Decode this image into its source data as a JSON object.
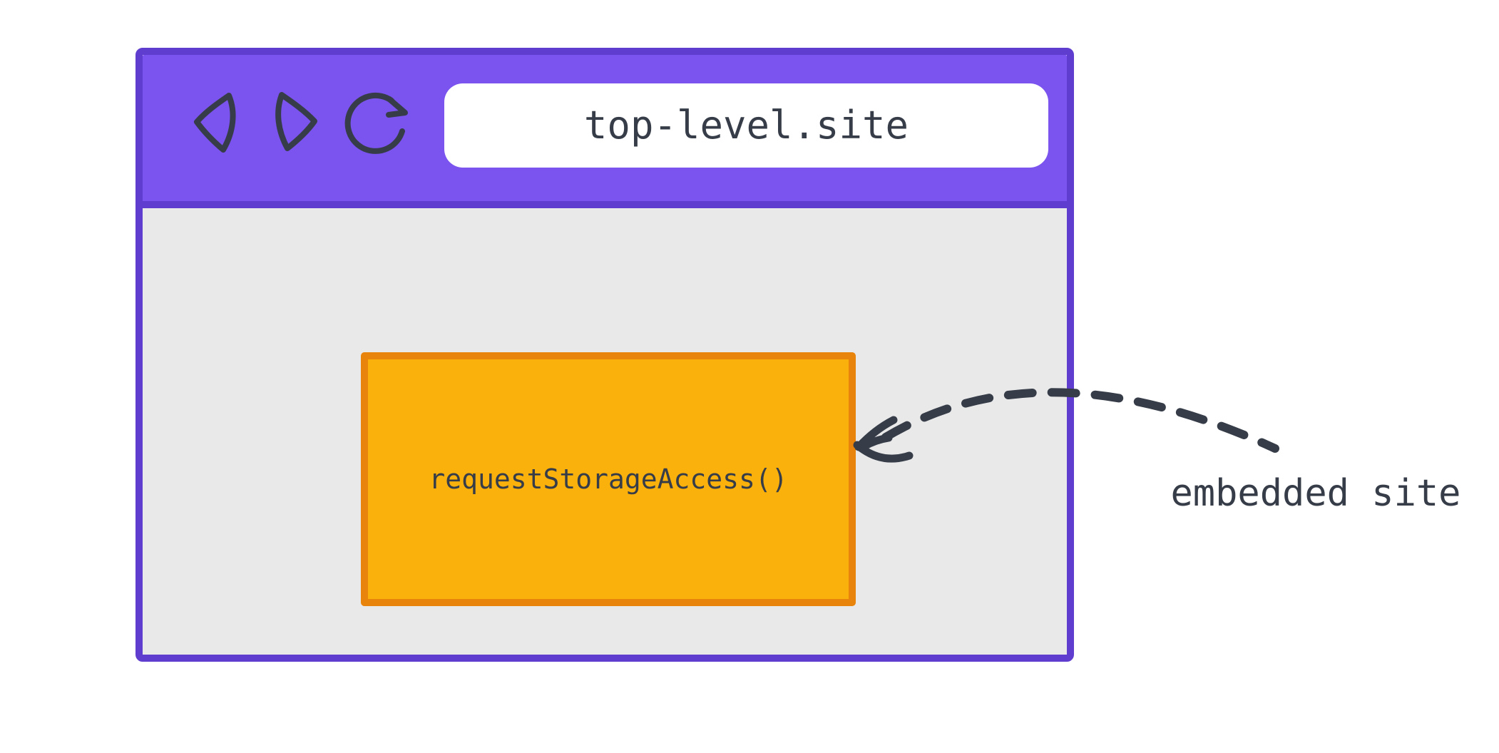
{
  "colors": {
    "toolbar-purple": "#7b53ee",
    "window-border-purple": "#5f3ecf",
    "content-gray": "#e9e9ea",
    "address-bar-white": "#ffffff",
    "ink": "#363d48",
    "frame-orange-fill": "#fbb10c",
    "frame-orange-border": "#e8830b",
    "page-bg": "#ffffff"
  },
  "browser_window": {
    "toolbar": {
      "icons": [
        {
          "name": "back-icon"
        },
        {
          "name": "forward-icon"
        },
        {
          "name": "reload-icon"
        }
      ],
      "address_bar": {
        "url": "top-level.site"
      }
    },
    "content": {
      "embedded_frame": {
        "api_call": "requestStorageAccess()"
      }
    }
  },
  "annotation": {
    "label": "embedded site",
    "arrow": "dashed-arrow-pointing-to-embedded-frame"
  }
}
